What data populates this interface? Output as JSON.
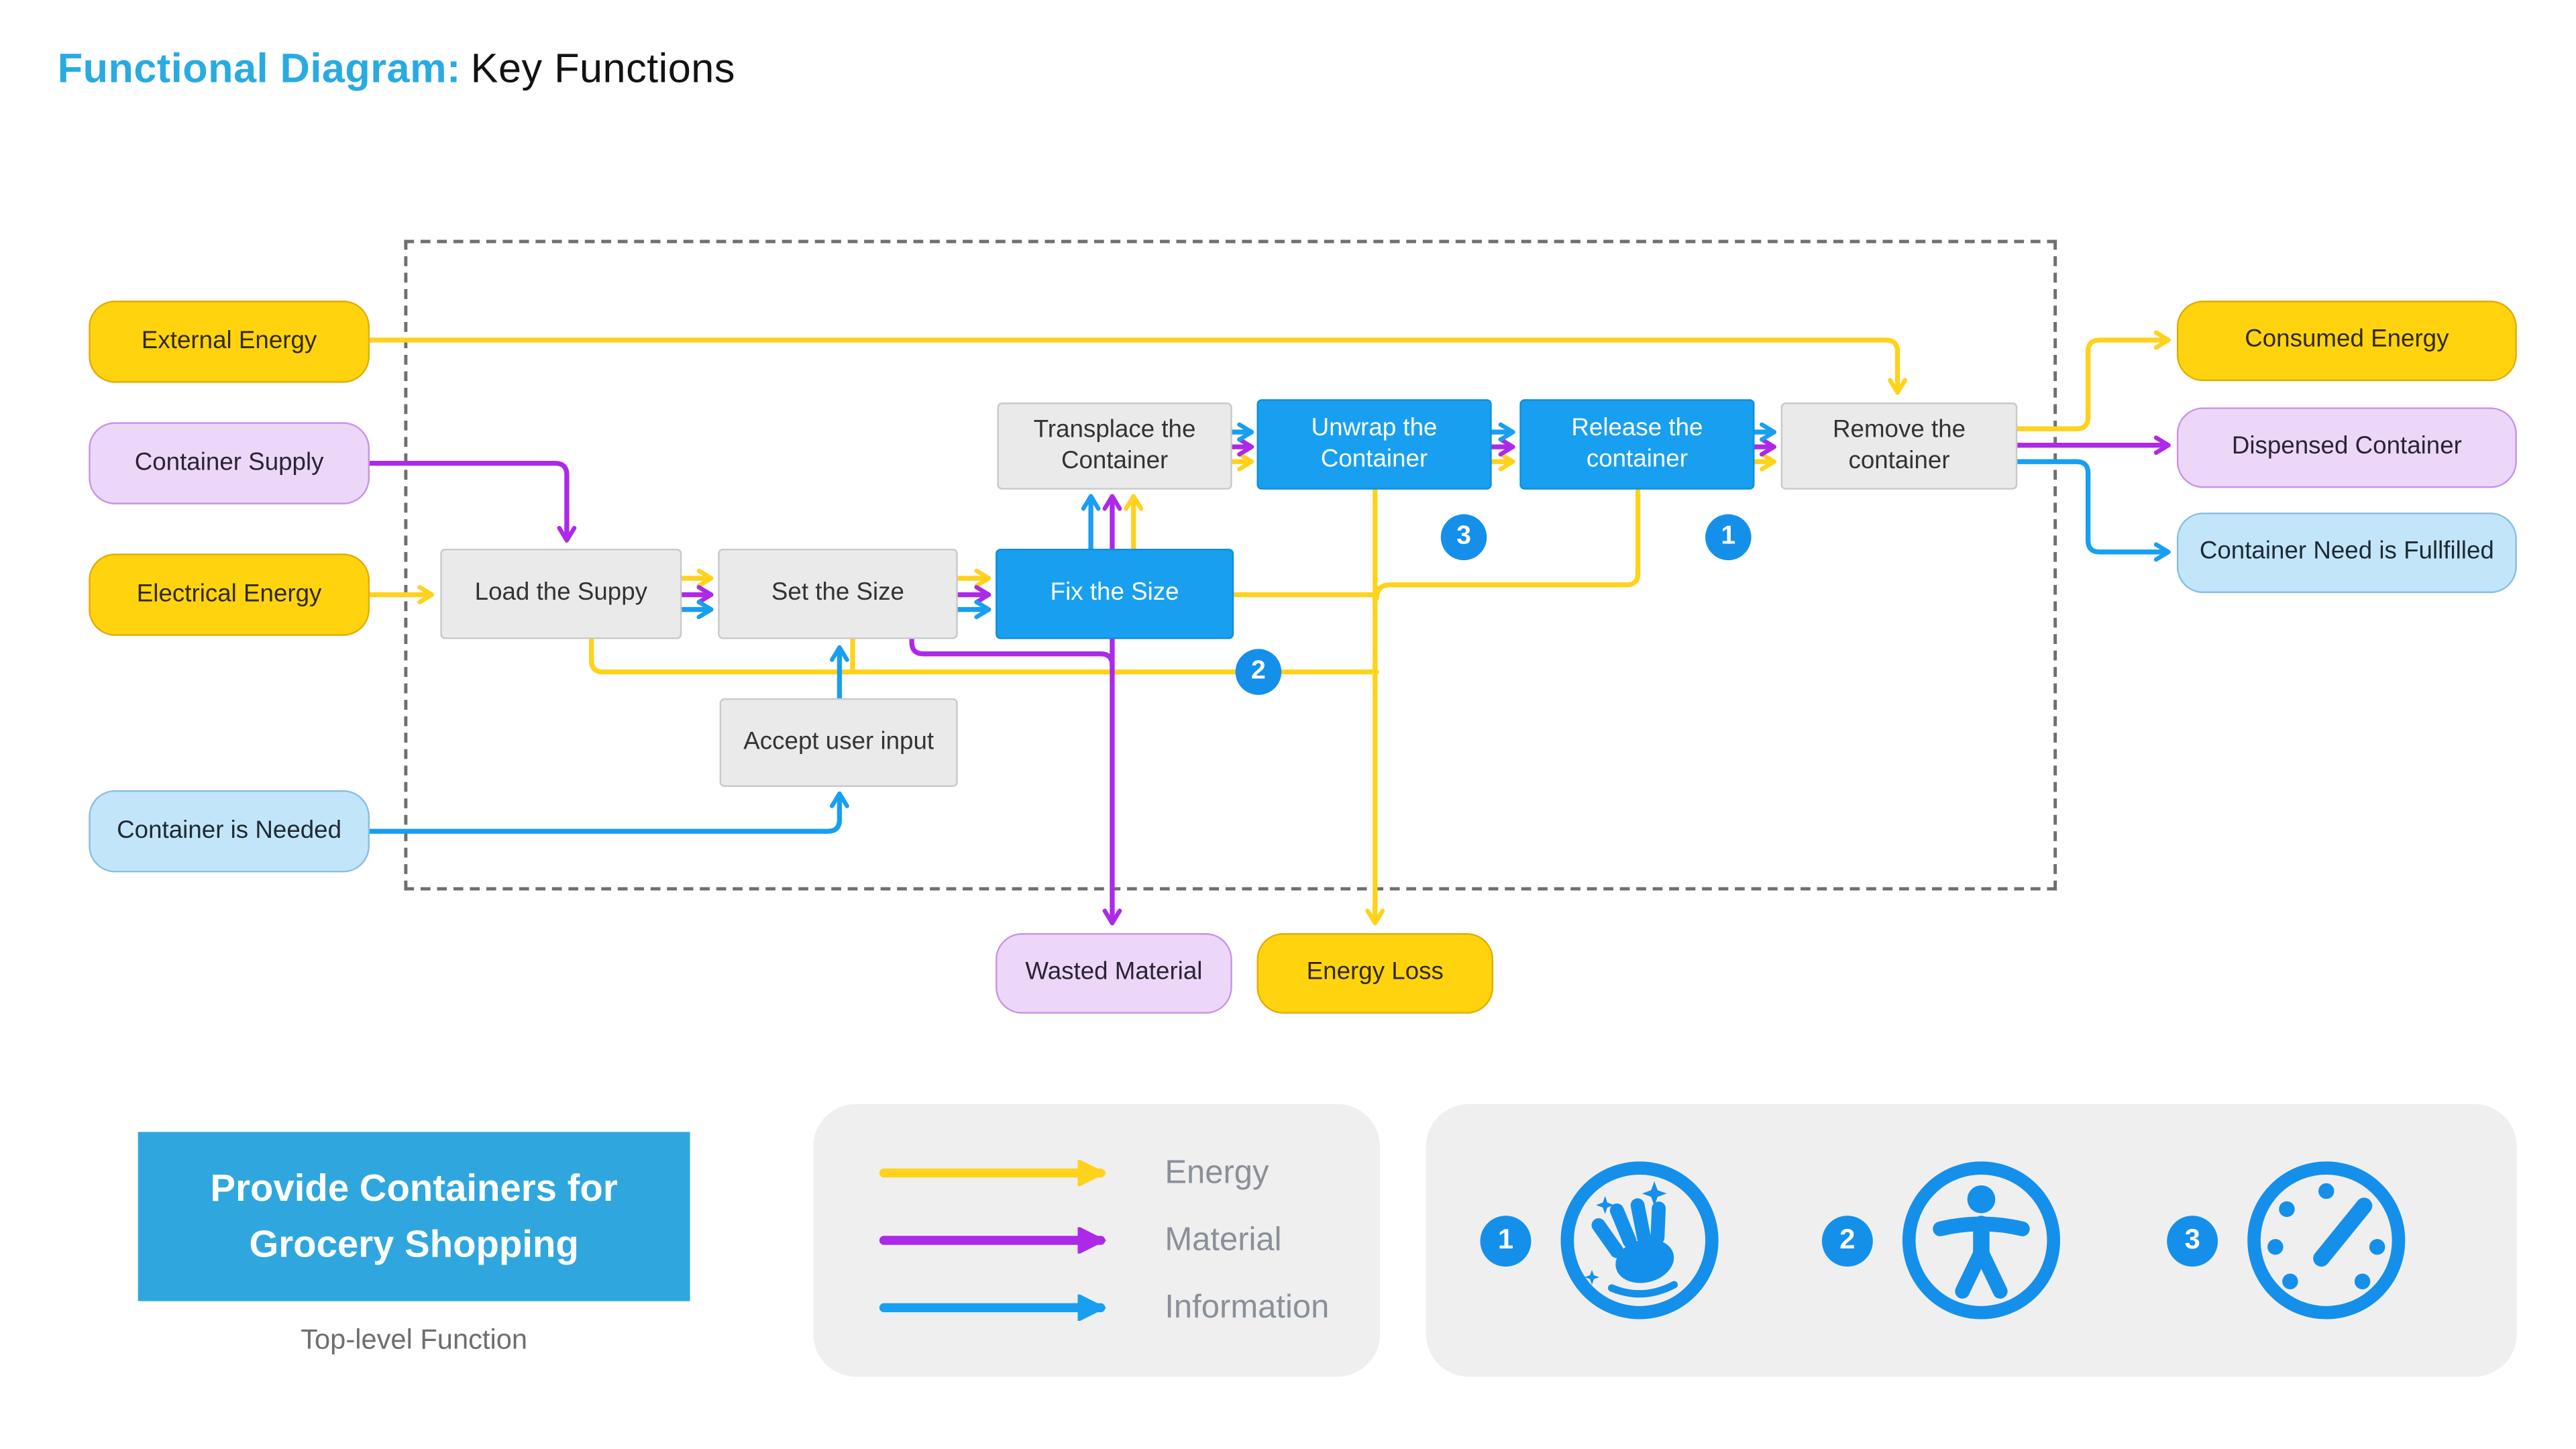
{
  "title": {
    "highlight": "Functional Diagram:",
    "rest": "Key Functions"
  },
  "colors": {
    "energy": "#FFD21C",
    "material": "#AD29E8",
    "information": "#189FF0",
    "accent_blue": "#1590EA",
    "title_blue": "#29ABE2",
    "function_highlight": "#199FF0"
  },
  "diagram": {
    "inputs": [
      {
        "label": "External Energy",
        "type": "energy"
      },
      {
        "label": "Container Supply",
        "type": "material"
      },
      {
        "label": "Electrical Energy",
        "type": "energy"
      },
      {
        "label": "Container is Needed",
        "type": "information"
      }
    ],
    "functions": [
      {
        "label": "Load the Suppy"
      },
      {
        "label": "Set the Size"
      },
      {
        "label": "Fix the Size"
      },
      {
        "label": "Accept user input"
      },
      {
        "label": "Transplace the Container"
      },
      {
        "label": "Unwrap the Container"
      },
      {
        "label": "Release the container"
      },
      {
        "label": "Remove the container"
      }
    ],
    "outputs": [
      {
        "label": "Consumed Energy",
        "type": "energy"
      },
      {
        "label": "Dispensed Container",
        "type": "material"
      },
      {
        "label": "Container Need is Fullfilled",
        "type": "information"
      }
    ],
    "byproducts": [
      {
        "label": "Wasted Material",
        "type": "material"
      },
      {
        "label": "Energy Loss",
        "type": "energy"
      }
    ],
    "badges": [
      {
        "n": "3"
      },
      {
        "n": "1"
      },
      {
        "n": "2"
      }
    ]
  },
  "top_level": {
    "label": "Provide Containers for Grocery Shopping",
    "caption": "Top-level Function"
  },
  "legend": {
    "items": [
      {
        "label": "Energy",
        "color": "#FFD21C"
      },
      {
        "label": "Material",
        "color": "#AD29E8"
      },
      {
        "label": "Information",
        "color": "#189FF0"
      }
    ]
  },
  "icon_panel": {
    "items": [
      {
        "number": "1",
        "icon": "clean-hands-icon"
      },
      {
        "number": "2",
        "icon": "accessibility-icon"
      },
      {
        "number": "3",
        "icon": "speedometer-icon"
      }
    ]
  }
}
